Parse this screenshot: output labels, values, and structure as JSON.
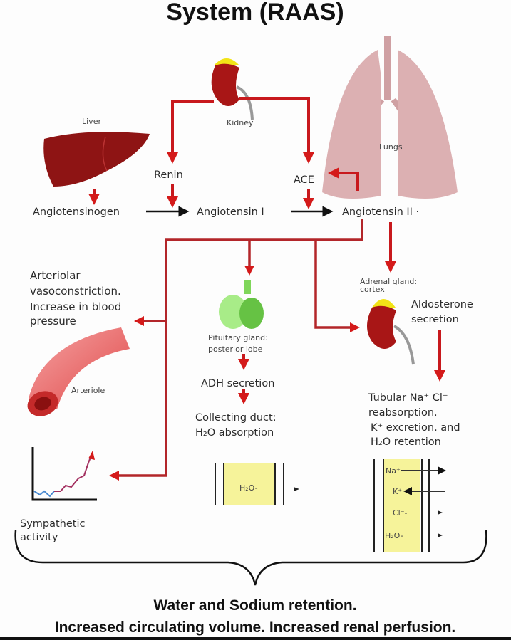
{
  "title": "System (RAAS)",
  "organs": {
    "liver": "Liver",
    "kidney": "Kidney",
    "lungs": "Lungs",
    "arteriole": "Arteriole"
  },
  "enzymes": {
    "renin": "Renin",
    "ace": "ACE"
  },
  "cascade": {
    "angiotensinogen": "Angiotensinogen",
    "angiotensin_1": "Angiotensin I",
    "angiotensin_2": "Angiotensin II ·"
  },
  "effects": {
    "arteriolar": [
      "Arteriolar",
      "vasoconstriction.",
      "Increase in blood",
      "pressure"
    ],
    "pituitary": [
      "Pituitary gland:",
      "posterior lobe"
    ],
    "adh": "ADH secretion",
    "collecting": [
      "Collecting duct:",
      "H₂O absorption"
    ],
    "adrenal": [
      "Adrenal gland:",
      "cortex"
    ],
    "aldosterone": [
      "Aldosterone",
      "secretion"
    ],
    "tubular": [
      "Tubular Na⁺ Cl⁻",
      "reabsorption.",
      "K⁺ excretion. and",
      "H₂O retention"
    ],
    "sympathetic": [
      "Sympathetic",
      "activity"
    ]
  },
  "duct_box": {
    "label": "H₂O-"
  },
  "tubule_box": {
    "labels": [
      "Na⁺",
      "K⁺",
      "Cl⁻-",
      "H₂O-"
    ]
  },
  "conclusion": {
    "line1": "Water and Sodium retention.",
    "line2": "Increased circulating volume. Increased renal perfusion."
  },
  "colors": {
    "arrow": "#c8191d",
    "organ_red": "#8e1414",
    "gland_green": "#7fd65a",
    "box_yellow": "#f6f39a",
    "lung_pink": "#dcb0b2"
  }
}
